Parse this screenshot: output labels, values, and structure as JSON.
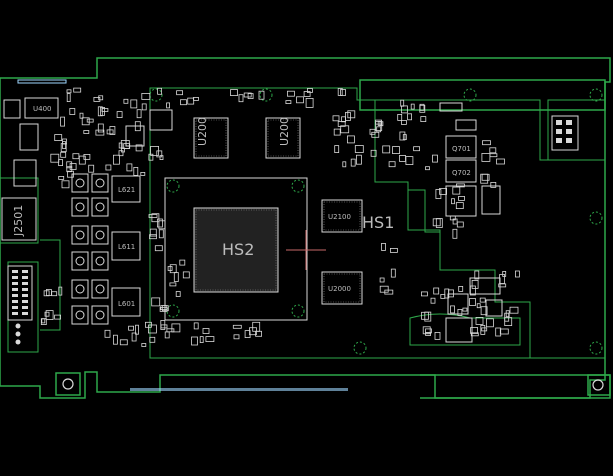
{
  "colors": {
    "background": "#000000",
    "outline": "#2ea84a",
    "pad": "#d9d9d9",
    "silk": "#bdbdbd",
    "cursor": "#c86a6a",
    "accent": "#9fd7ff"
  },
  "labels": {
    "u400": "U400",
    "u200_left": "U200",
    "u200_right": "U200",
    "j2501": "J2501",
    "l621": "L621",
    "l611": "L611",
    "l601": "L601",
    "hs2": "HS2",
    "u2100": "U2100",
    "hs1": "HS1",
    "u2000": "U2000",
    "q701": "Q701",
    "q702": "Q702"
  },
  "icons": {
    "crosshair": "crosshair-icon"
  }
}
